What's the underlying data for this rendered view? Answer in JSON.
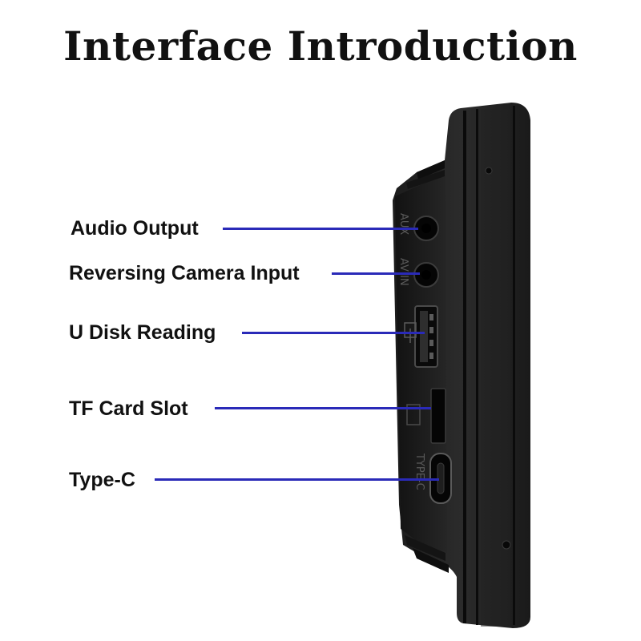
{
  "title": "Interface Introduction",
  "leader_color": "#2a2ab8",
  "labels": {
    "audio_output": "Audio Output",
    "reversing_camera_input": "Reversing Camera Input",
    "u_disk_reading": "U Disk Reading",
    "tf_card_slot": "TF Card Slot",
    "type_c": "Type-C"
  },
  "port_markings": {
    "aux": "AUX",
    "av_in": "AV IN",
    "type_c": "TYPE-C"
  }
}
